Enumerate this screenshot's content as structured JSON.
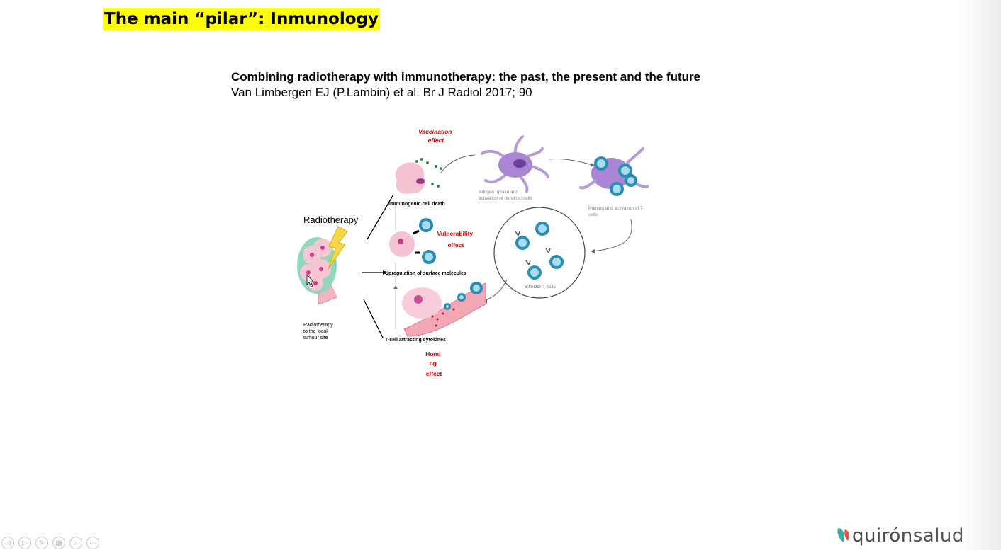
{
  "slide": {
    "title": "The main “pilar”: Inmunology",
    "paper_title": "Combining radiotherapy with immunotherapy: the past, the present and the future",
    "paper_reference": "Van Limbergen EJ (P.Lambin) et al. Br J Radiol 2017; 90"
  },
  "figure": {
    "radiotherapy": "Radiotherapy",
    "radiotherapy_site": [
      "Radiotherapy",
      "to the local",
      "tumour site"
    ],
    "vaccination_effect": [
      "Vaccination",
      "effect"
    ],
    "immunogenic_cell_death": "Immunogenic cell death",
    "antigen_uptake": [
      "Antigen uptake and",
      "activation of dendritic cells"
    ],
    "priming_activation": [
      "Priming and activation of T-",
      "cells"
    ],
    "vulnerability_effect": [
      "Vulnerability",
      "effect"
    ],
    "upregulation": "Upregulation of surface molecules",
    "effector_t_cells": "Effector T-cells",
    "t_cell_cytokines": "T-cell attracting cytokines",
    "homing_effect": [
      "Homi",
      "ng",
      "effect"
    ]
  },
  "logo": {
    "part1": "quirón",
    "part2": "salud"
  },
  "toolbar": {
    "buttons": [
      "previous-icon",
      "next-icon",
      "pen-icon",
      "slides-icon",
      "zoom-icon",
      "more-icon"
    ],
    "glyphs": [
      "◁",
      "▷",
      "✎",
      "▦",
      "⌕",
      "···"
    ]
  },
  "colors": {
    "highlight": "#ffff00",
    "effect_red": "#cc0000",
    "logo_green": "#3aa99f",
    "logo_red": "#d9534f"
  }
}
